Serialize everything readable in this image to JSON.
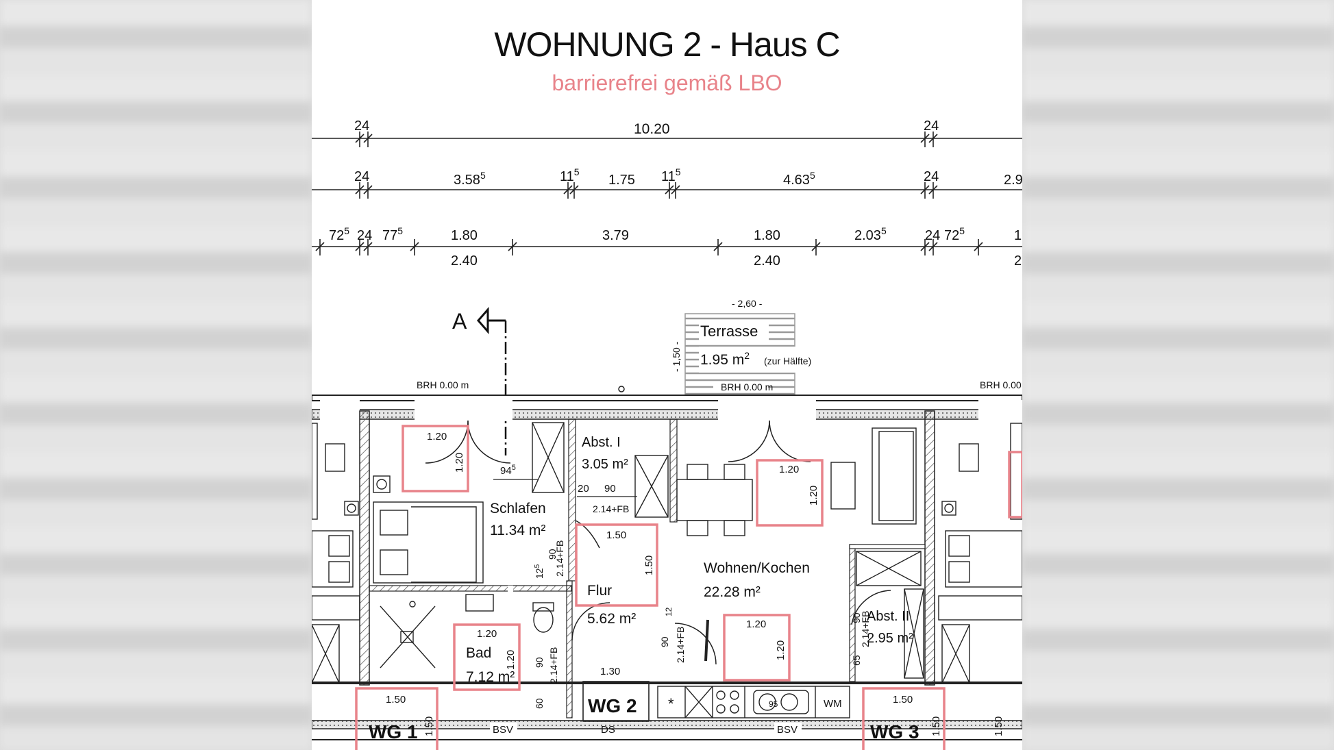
{
  "title": "WOHNUNG 2 - Haus C",
  "subtitle": "barrierefrei gemäß LBO",
  "colors": {
    "accent_red": "#e8838a",
    "line": "#222222",
    "wall_fill": "#bdbdbd"
  },
  "dimensions": {
    "row1": {
      "a": "24",
      "b": "10.20",
      "c": "24"
    },
    "row2": {
      "a": "24",
      "b": "3.58",
      "b_sup": "5",
      "c": "11",
      "c_sup": "5",
      "d": "1.75",
      "e": "11",
      "e_sup": "5",
      "f": "4.63",
      "f_sup": "5",
      "g": "24",
      "h": "2.9"
    },
    "row3": {
      "a": "72",
      "a_sup": "5",
      "b": "24",
      "c": "77",
      "c_sup": "5",
      "d": "1.80",
      "d2": "2.40",
      "e": "3.79",
      "f": "1.80",
      "f2": "2.40",
      "g": "2.03",
      "g_sup": "5",
      "h": "24",
      "i": "72",
      "i_sup": "5",
      "j": "1",
      "j2": "2"
    }
  },
  "section_marker": "A",
  "terrace": {
    "label": "Terrasse",
    "area": "1.95 m",
    "area_sup": "2",
    "note": "(zur Hälfte)",
    "width": "- 2,60 -",
    "depth": "- 1,50 -"
  },
  "brh": {
    "left": "BRH 0.00 m",
    "middle": "BRH 0.00 m",
    "right": "BRH 0.00"
  },
  "rooms": {
    "abst1": {
      "name": "Abst. I",
      "area": "3.05 m²"
    },
    "schlafen": {
      "name": "Schlafen",
      "area": "11.34 m²"
    },
    "flur": {
      "name": "Flur",
      "area": "5.62 m²"
    },
    "wohnen": {
      "name": "Wohnen/Kochen",
      "area": "22.28 m²"
    },
    "abst2": {
      "name": "Abst. II",
      "area": "2.95 m²"
    },
    "bad": {
      "name": "Bad",
      "area": "7.12 m²"
    },
    "wg1": "WG 1",
    "wg2": "WG 2",
    "wg3": "WG 3"
  },
  "clearances": {
    "c120": "1.20",
    "c150": "1.50",
    "c130": "1.30"
  },
  "door_marks": {
    "d945": "94",
    "d945_sup": "5",
    "d20": "20",
    "d90": "90",
    "fb": "2.14+FB",
    "d125": "12",
    "d125_sup": "5",
    "d65": "65",
    "d60": "60",
    "d12": "12",
    "d95": "95"
  },
  "fixtures": {
    "bsv": "BSV",
    "ds": "DS",
    "wm": "WM",
    "star": "*"
  }
}
